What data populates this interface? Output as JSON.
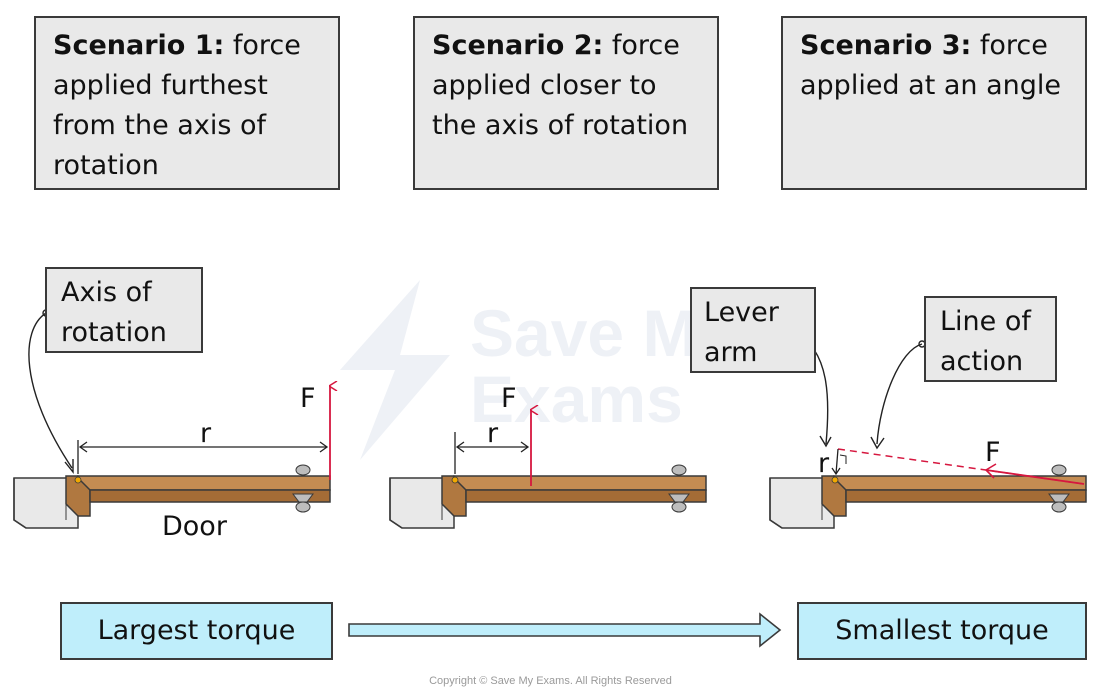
{
  "scenarios": [
    {
      "title": "Scenario 1:",
      "text": " force applied furthest from the axis of rotation"
    },
    {
      "title": "Scenario 2:",
      "text": " force applied closer to the axis of rotation"
    },
    {
      "title": "Scenario 3:",
      "text": " force applied at an angle"
    }
  ],
  "callouts": {
    "axis": "Axis of rotation",
    "lever": "Lever arm",
    "line": "Line of action"
  },
  "labels": {
    "force": "F",
    "radius": "r",
    "door": "Door"
  },
  "torque": {
    "largest": "Largest torque",
    "smallest": "Smallest torque"
  },
  "watermark": {
    "line1": "Save My",
    "line2": "Exams"
  },
  "copyright": "Copyright © Save My Exams. All Rights Reserved",
  "colors": {
    "force_arrow": "#d6173f",
    "door_wood": "#b07840",
    "box_fill": "#e9e9e9",
    "torque_box": "#bfeefb",
    "hinge_dot": "#f2a900"
  }
}
